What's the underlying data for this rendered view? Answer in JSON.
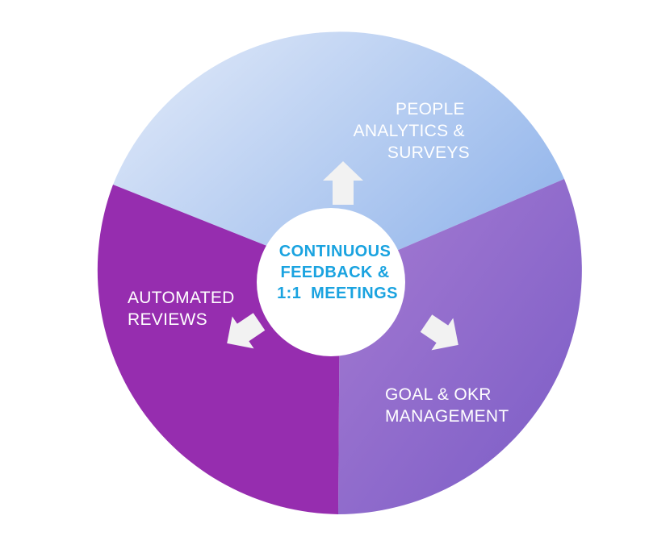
{
  "diagram": {
    "center": {
      "lines": [
        "CONTINUOUS",
        "FEEDBACK &",
        "1:1  MEETINGS"
      ]
    },
    "segments": [
      {
        "id": "people-analytics",
        "lines": [
          "PEOPLE",
          "ANALYTICS &",
          "SURVEYS"
        ]
      },
      {
        "id": "goal-okr",
        "lines": [
          "GOAL & OKR",
          "MANAGEMENT"
        ]
      },
      {
        "id": "automated-reviews",
        "lines": [
          "AUTOMATED",
          "REVIEWS"
        ]
      }
    ],
    "colors": {
      "people_analytics_light": "#dfe8f8",
      "people_analytics_dark": "#9bbcec",
      "goal_okr_light": "#a37ad0",
      "goal_okr_dark": "#7e5ec7",
      "automated_reviews": "#962daf",
      "center_text": "#1aa3e0",
      "arrow": "#f2f2f2"
    }
  }
}
